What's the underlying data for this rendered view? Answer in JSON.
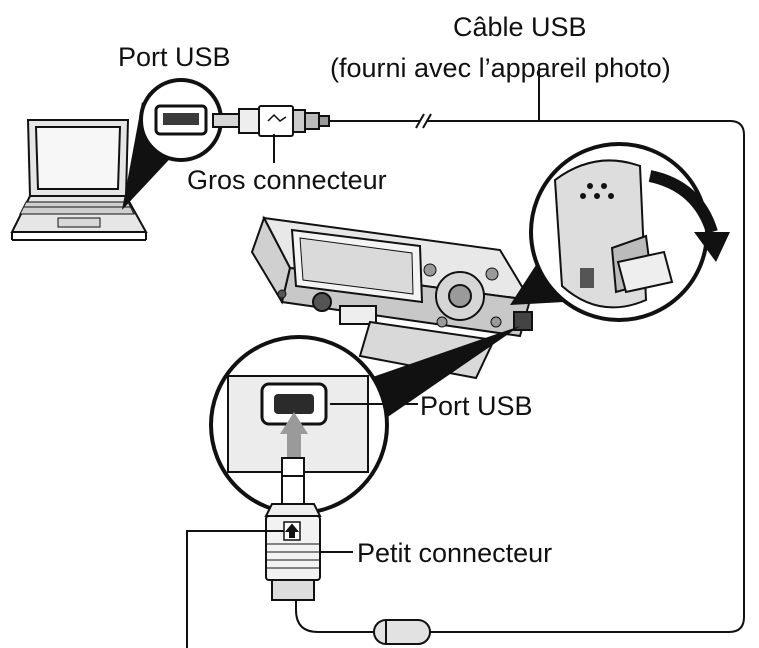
{
  "labels": {
    "cable_title": "Câble USB",
    "cable_note": "(fourni avec l’appareil photo)",
    "pc_usb_port": "Port USB",
    "large_connector": "Gros connecteur",
    "camera_usb_port": "Port USB",
    "small_connector": "Petit connecteur"
  },
  "colors": {
    "line": "#111111",
    "cable": "#8a8a8a",
    "body": "#dcdcdc",
    "dark": "#2b2b2b",
    "background": "#ffffff"
  }
}
